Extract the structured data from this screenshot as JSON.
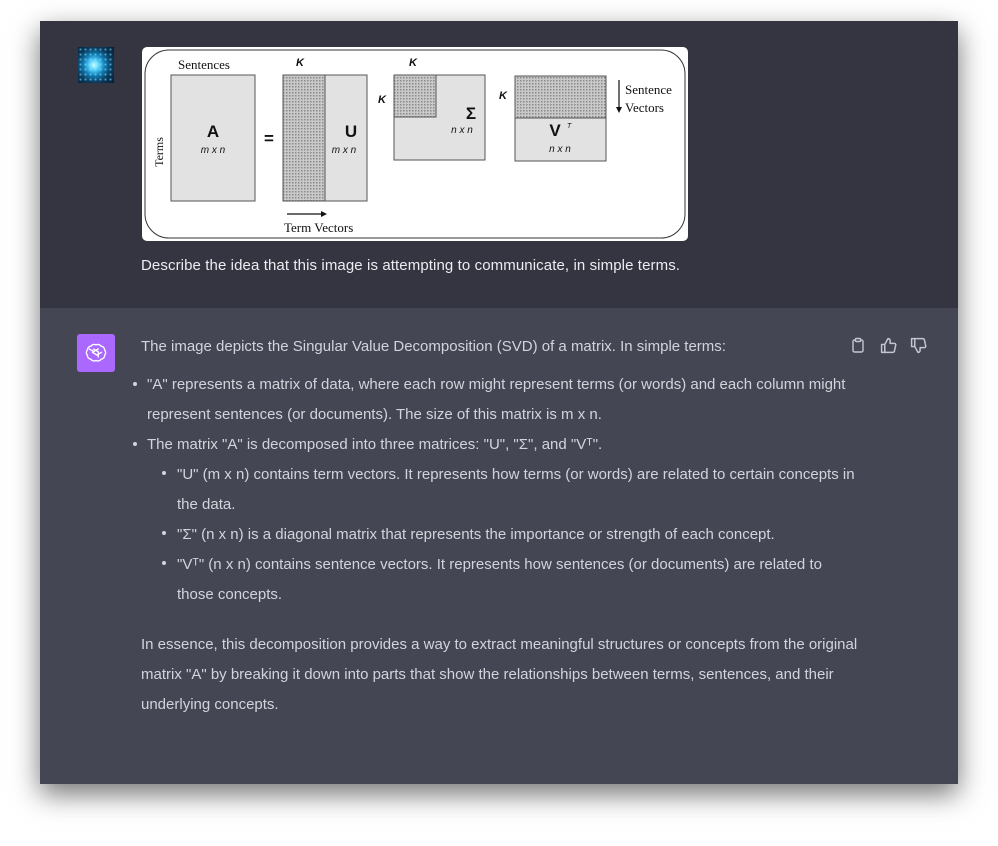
{
  "user": {
    "avatar_icon": "user-avatar-icon",
    "message": "Describe the idea that this image is attempting to communicate, in simple terms."
  },
  "diagram": {
    "sentences_label": "Sentences",
    "terms_label": "Terms",
    "matrix_a": "A",
    "equals": "=",
    "matrix_u": "U",
    "matrix_sigma": "Σ",
    "matrix_v": "V",
    "superscript_t": "T",
    "dim_mxn": "m x n",
    "dim_nxn": "n x n",
    "kappa": "K",
    "sentence_label": "Sentence",
    "vectors_label": "Vectors",
    "term_vectors_label": "Term Vectors"
  },
  "assistant": {
    "avatar_icon": "openai-logo-icon",
    "actions": {
      "copy": "clipboard-icon",
      "like": "thumbs-up-icon",
      "dislike": "thumbs-down-icon"
    },
    "intro": "The image depicts the Singular Value Decomposition (SVD) of a matrix. In simple terms:",
    "bullets": [
      "\"A\" represents a matrix of data, where each row might represent terms (or words) and each column might represent sentences (or documents). The size of this matrix is m x n.",
      "The matrix \"A\" is decomposed into three matrices: \"U\", \"Σ\", and \"Vᵀ\"."
    ],
    "sub_bullets": [
      "\"U\" (m x n) contains term vectors. It represents how terms (or words) are related to certain concepts in the data.",
      "\"Σ\" (n x n) is a diagonal matrix that represents the importance or strength of each concept.",
      "\"Vᵀ\" (n x n) contains sentence vectors. It represents how sentences (or documents) are related to those concepts."
    ],
    "closing": "In essence, this decomposition provides a way to extract meaningful structures or concepts from the original matrix \"A\" by breaking it down into parts that show the relationships between terms, sentences, and their underlying concepts."
  }
}
